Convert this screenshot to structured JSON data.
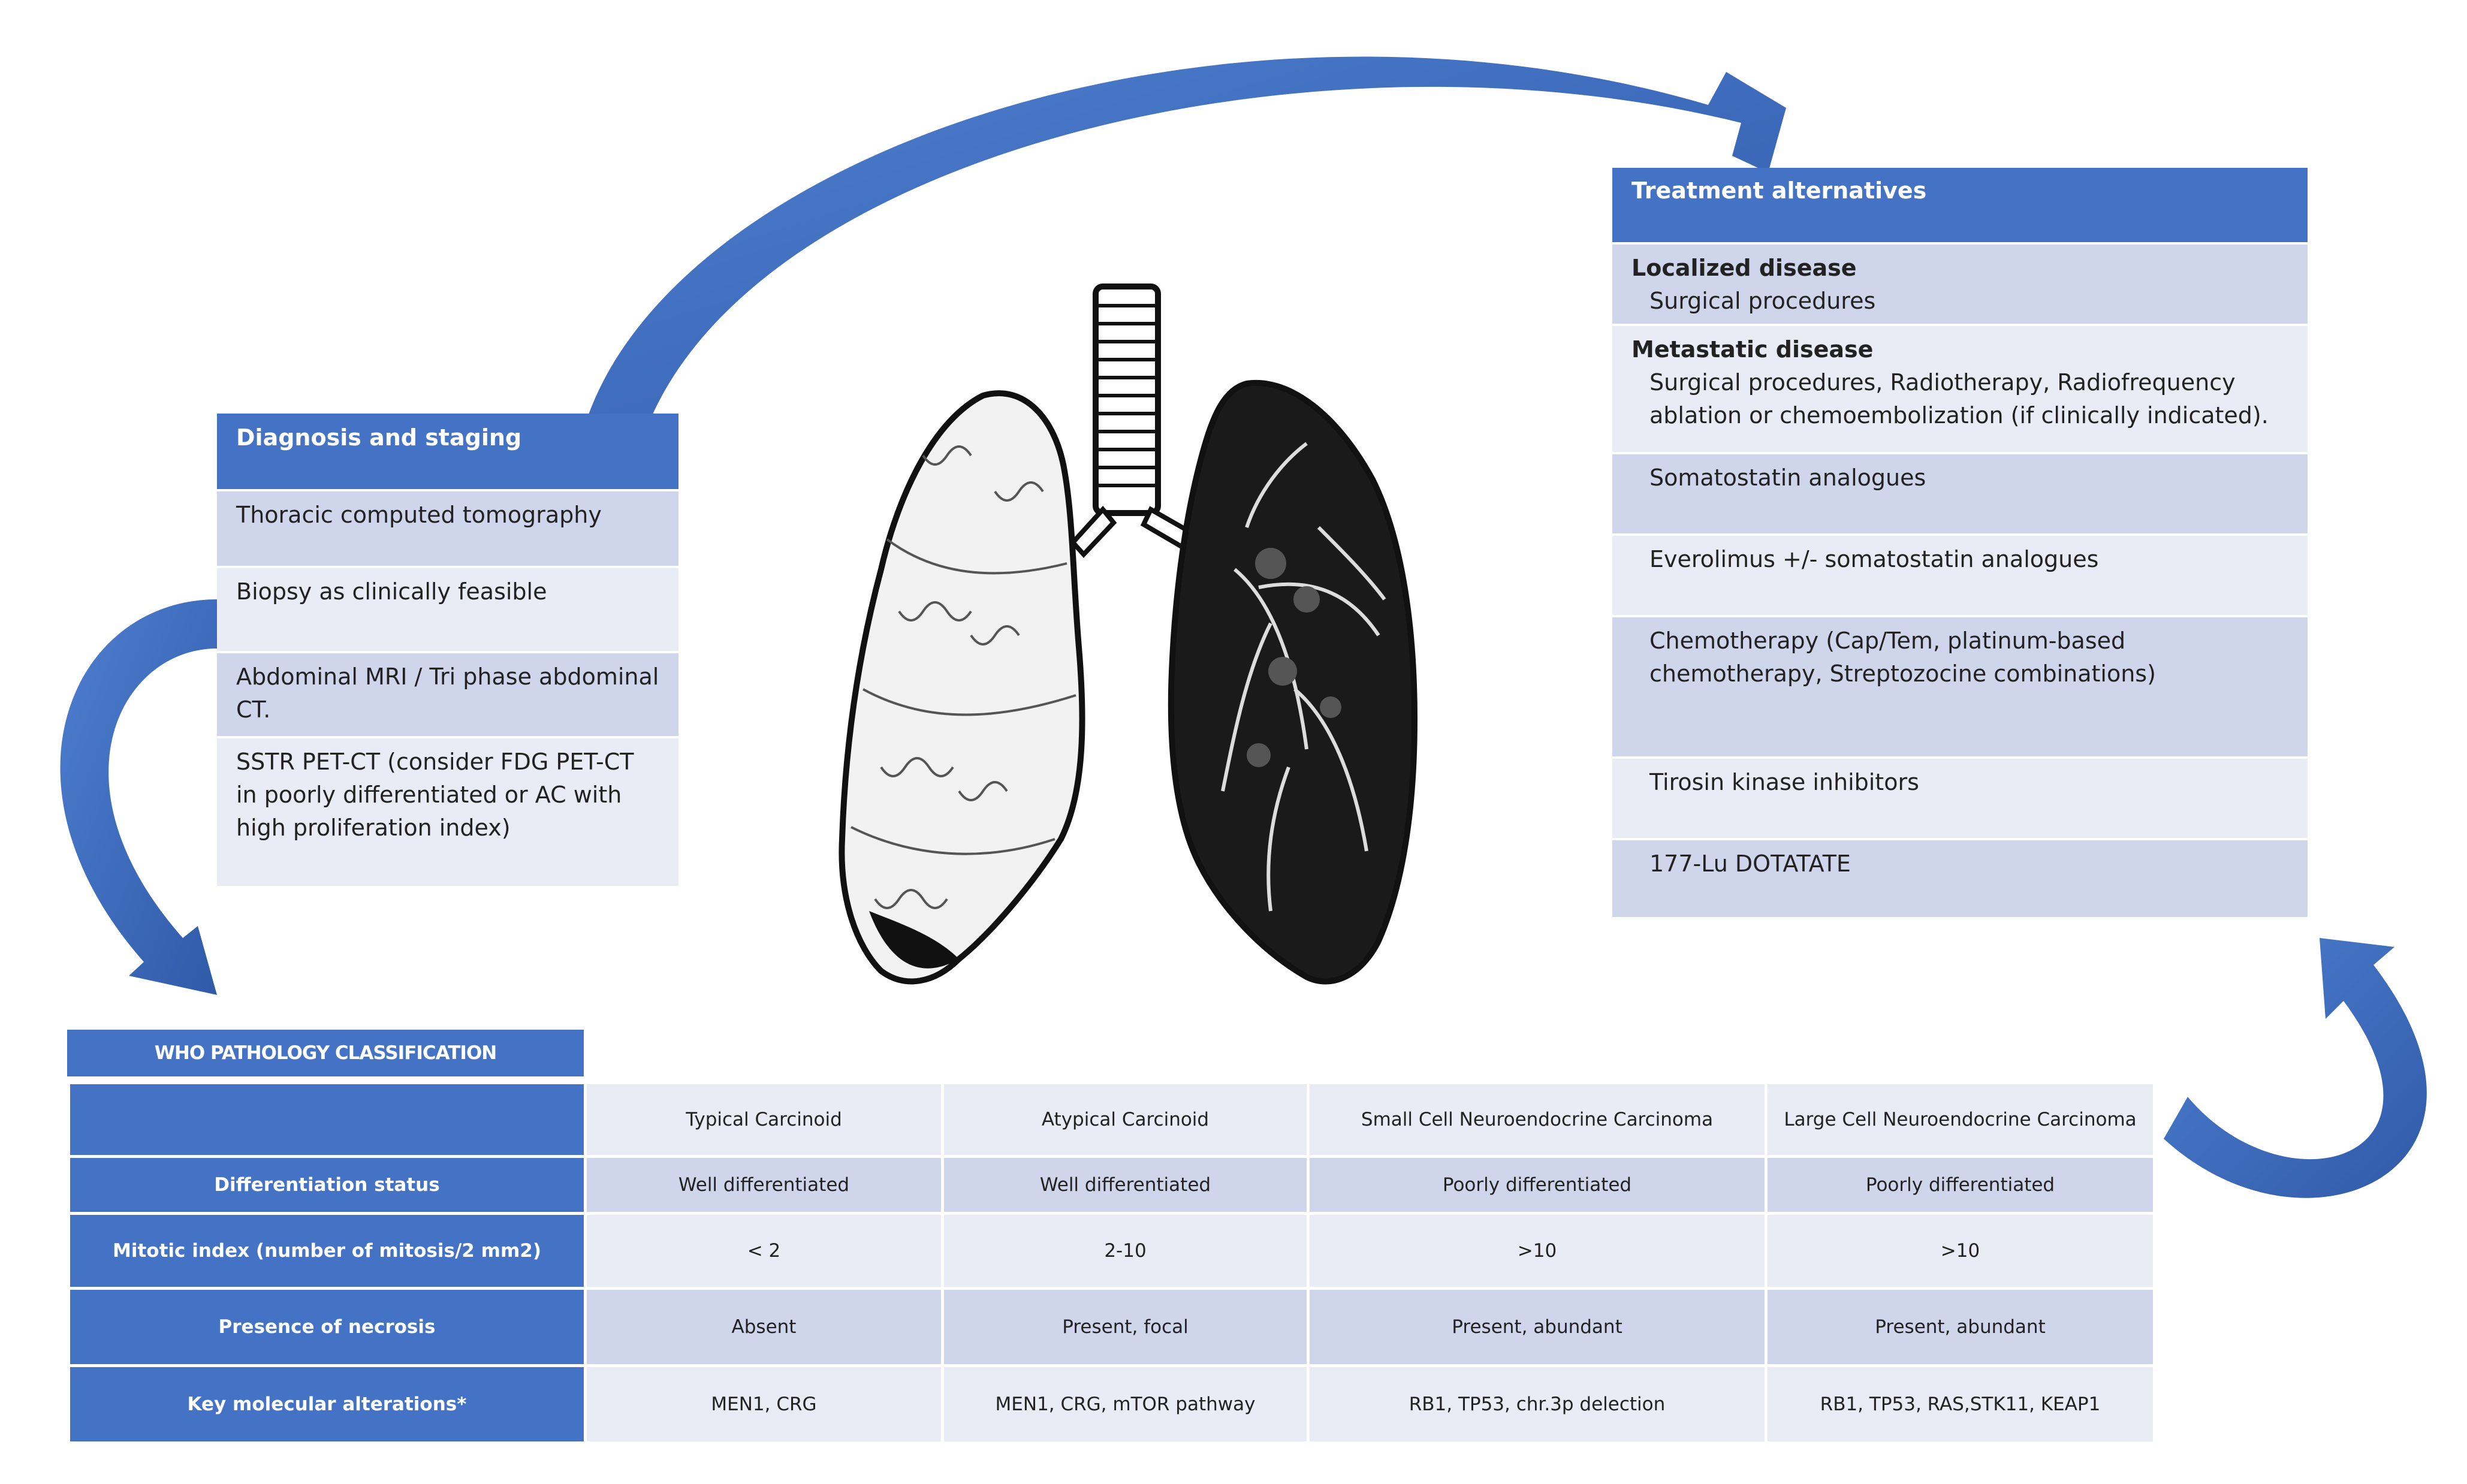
{
  "colors": {
    "accent": "#4472c4",
    "row_dark": "#cfd5ea",
    "row_light": "#e9ebf5",
    "arrow": "#4472c4"
  },
  "icons": {
    "center_image": "lungs-illustration",
    "connectors": "curved-arrow"
  },
  "diagnosis": {
    "title": "Diagnosis and staging",
    "items": [
      "Thoracic computed tomography",
      "Biopsy as clinically feasible",
      "Abdominal MRI / Tri phase abdominal CT.",
      "SSTR PET-CT (consider FDG PET-CT in poorly differentiated or AC with high proliferation index)"
    ]
  },
  "treatment": {
    "title": "Treatment alternatives",
    "localized_head": "Localized disease",
    "localized_sub": "Surgical procedures",
    "metastatic_head": "Metastatic disease",
    "metastatic_sub": "Surgical procedures, Radiotherapy, Radiofrequency ablation or chemoembolization  (if clinically indicated).",
    "items": [
      "Somatostatin analogues",
      "Everolimus +/- somatostatin analogues",
      "Chemotherapy (Cap/Tem, platinum-based chemotherapy, Streptozocine combinations)",
      "Tirosin kinase inhibitors",
      "177-Lu DOTATATE"
    ]
  },
  "who": {
    "title": "WHO PATHOLOGY CLASSIFICATION",
    "columns": [
      "Typical Carcinoid",
      "Atypical Carcinoid",
      "Small Cell Neuroendocrine Carcinoma",
      "Large Cell Neuroendocrine Carcinoma"
    ],
    "rows": [
      {
        "label": "Differentiation status",
        "cells": [
          "Well differentiated",
          "Well differentiated",
          "Poorly differentiated",
          "Poorly differentiated"
        ]
      },
      {
        "label": "Mitotic index (number of mitosis/2 mm2)",
        "cells": [
          "< 2",
          "2-10",
          ">10",
          ">10"
        ]
      },
      {
        "label": "Presence of necrosis",
        "cells": [
          "Absent",
          "Present, focal",
          "Present, abundant",
          "Present, abundant"
        ]
      },
      {
        "label": "Key molecular alterations*",
        "cells": [
          "MEN1, CRG",
          "MEN1, CRG, mTOR pathway",
          "RB1, TP53, chr.3p delection",
          "RB1, TP53, RAS,STK11, KEAP1"
        ]
      }
    ]
  }
}
